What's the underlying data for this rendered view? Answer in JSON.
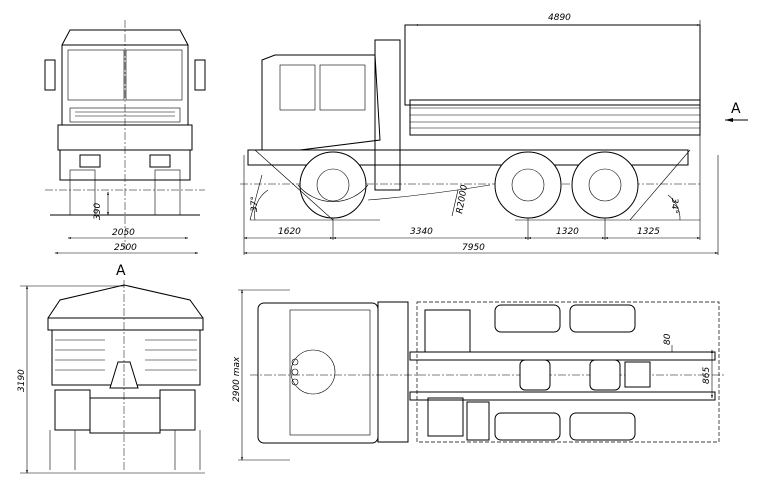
{
  "title": "6x6 truck general arrangement drawing",
  "view_marker": "A",
  "dimensions": {
    "body_length": "4890",
    "ground_clearance": "390",
    "track_width": "2050",
    "overall_width": "2500",
    "front_overhang": "1620",
    "wheelbase_front": "3340",
    "wheelbase_rear": "1320",
    "rear_overhang": "1325",
    "overall_length": "7950",
    "approach_angle": "37°",
    "turning_radius": "R2000",
    "departure_angle": "34°",
    "overall_height": "3190",
    "max_width_top": "2900 max",
    "hitch_offset": "80",
    "frame_width": "865"
  }
}
